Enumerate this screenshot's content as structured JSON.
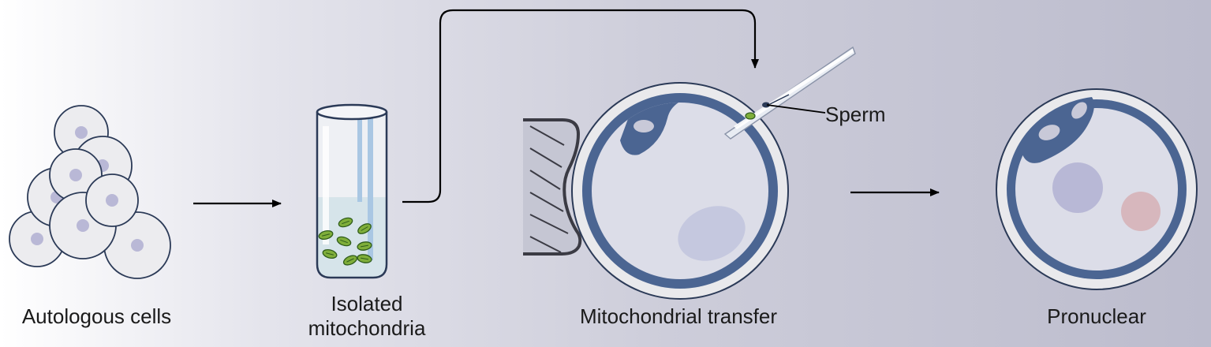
{
  "labels": {
    "autologous_cells": "Autologous cells",
    "isolated_line1": "Isolated",
    "isolated_line2": "mitochondria",
    "transfer": "Mitochondrial transfer",
    "pronuclear": "Pronuclear",
    "sperm": "Sperm"
  },
  "colors": {
    "cell_fill": "#ececef",
    "cell_stroke": "#2b3a57",
    "cell_nucleus": "#b9b8d6",
    "oocyte_ring": "#4b6592",
    "zona": "#e9e9ec",
    "cytoplasm": "#dcdde8",
    "mito_fill": "#7fae3a",
    "mito_stroke": "#2f5c1b",
    "tube_liquid": "#d6e4ea",
    "tube_stripe": "#a9c7e3",
    "pronucleus_blue": "#b8b8d6",
    "pronucleus_pink": "#d7b7bd",
    "arrow": "#000000"
  },
  "icons": [
    "cell-cluster-icon",
    "test-tube-icon",
    "mitochondrion-icon",
    "holding-pipette-icon",
    "injection-needle-icon",
    "oocyte-icon",
    "zygote-icon"
  ]
}
